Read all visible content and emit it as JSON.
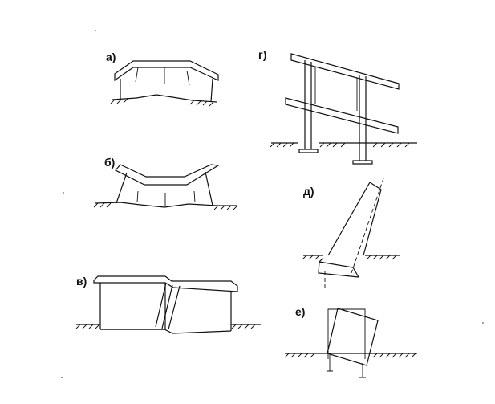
{
  "panels": {
    "a": {
      "label": "а)"
    },
    "b": {
      "label": "б)"
    },
    "v": {
      "label": "в)"
    },
    "g": {
      "label": "г)"
    },
    "d": {
      "label": "д)"
    },
    "e": {
      "label": "е)"
    }
  }
}
